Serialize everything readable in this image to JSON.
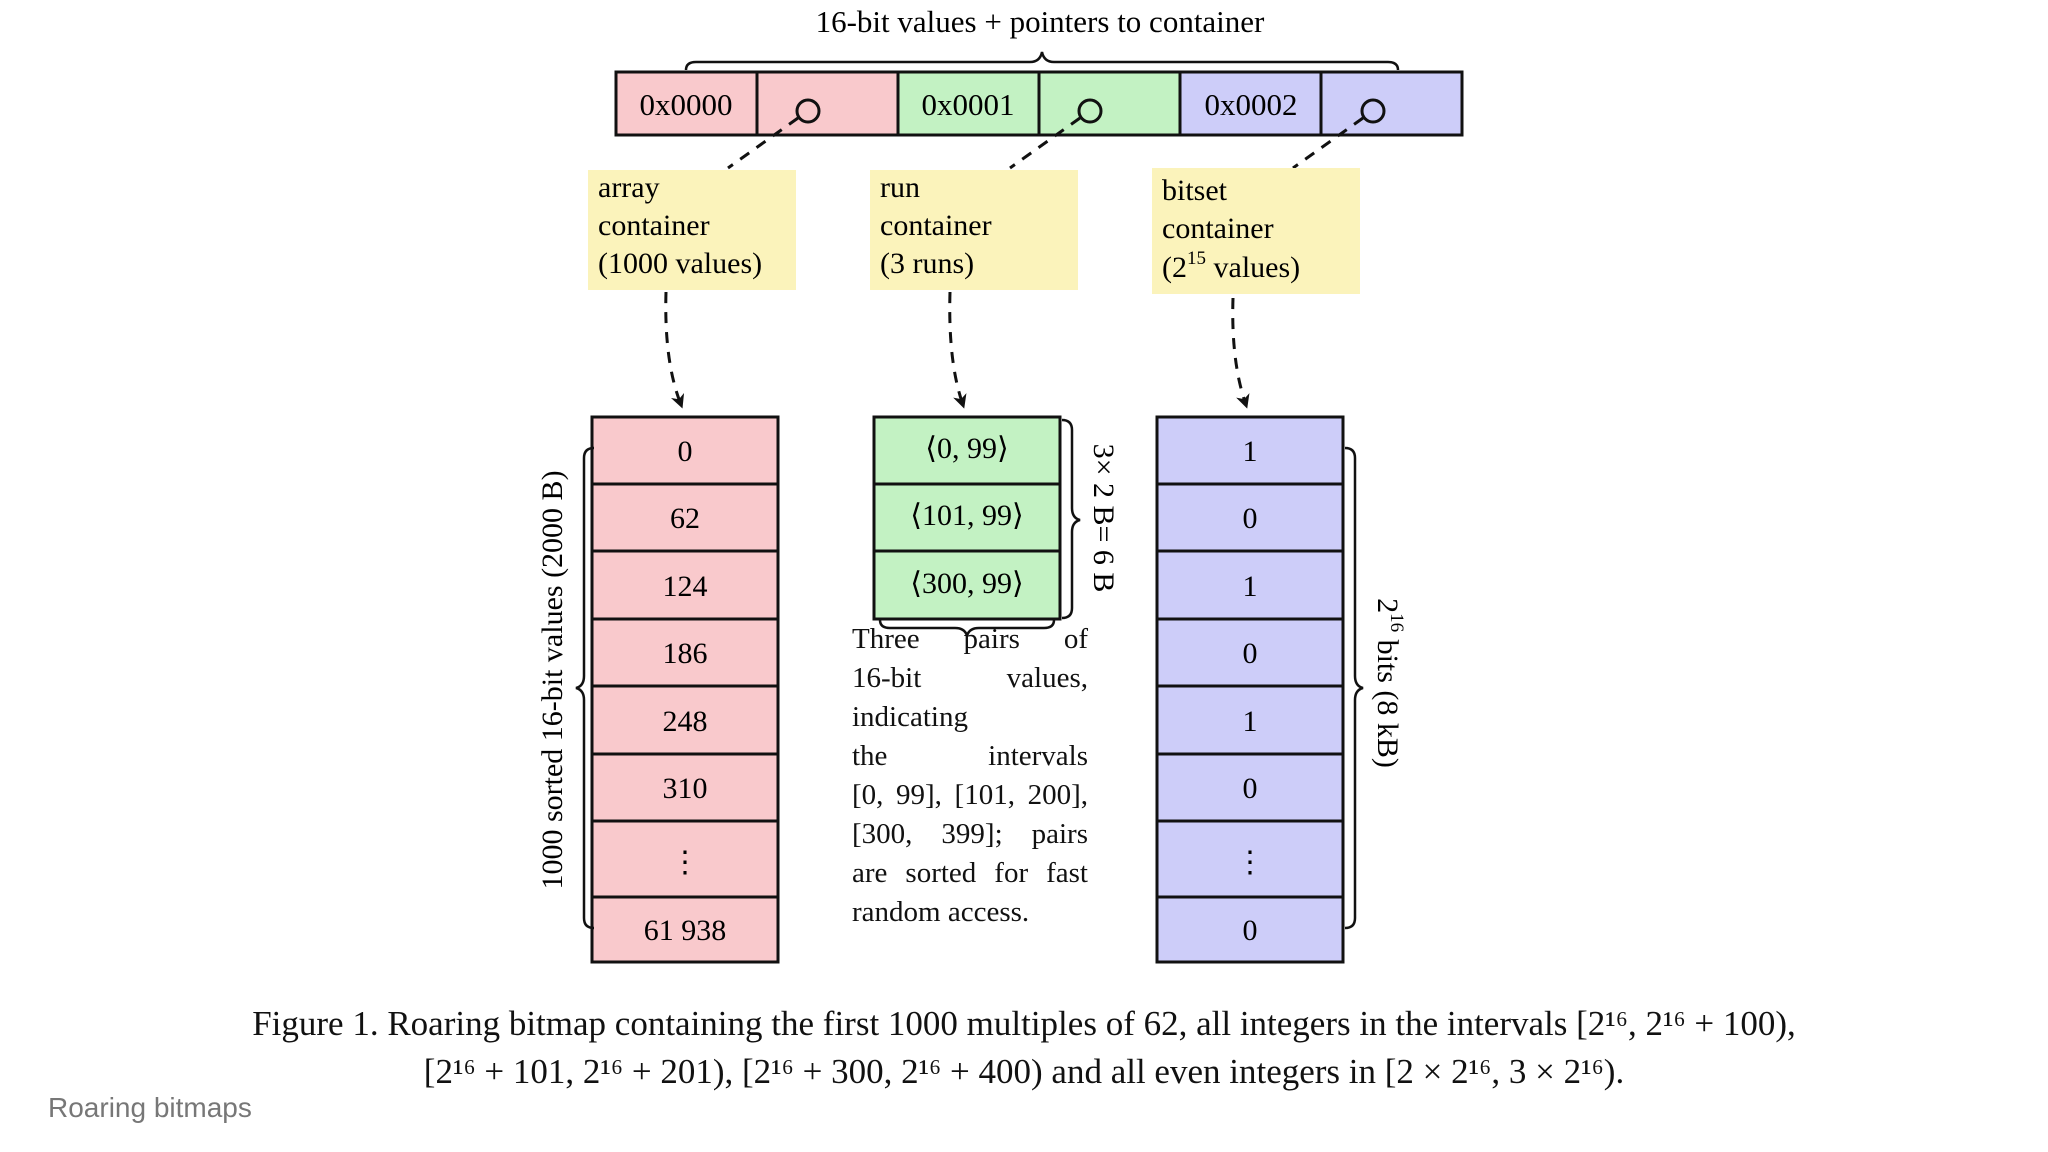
{
  "header_label": "16-bit values + pointers to container",
  "keys": [
    "0x0000",
    "0x0001",
    "0x0002"
  ],
  "colors": {
    "array": "#f9c9cc",
    "run": "#c3f2c3",
    "bitset": "#cdcdf9",
    "label_box": "#fbf3bb"
  },
  "labels": {
    "array": [
      "array",
      "container",
      "(1000 values)"
    ],
    "run": [
      "run",
      "container",
      "(3 runs)"
    ],
    "bitset_line1": "bitset",
    "bitset_line2": "container",
    "bitset_line3_pre": "(2",
    "bitset_line3_sup": "15",
    "bitset_line3_post": " values)"
  },
  "array_cells": [
    "0",
    "62",
    "124",
    "186",
    "248",
    "310",
    "⋮",
    "61 938"
  ],
  "run_cells": [
    "⟨0, 99⟩",
    "⟨101, 99⟩",
    "⟨300, 99⟩"
  ],
  "bitset_cells": [
    "1",
    "0",
    "1",
    "0",
    "1",
    "0",
    "⋮",
    "0"
  ],
  "array_side_label": "1000 sorted 16-bit values (2000 B)",
  "run_side_label": "3× 2 B= 6 B",
  "bitset_side_label_base": "2",
  "bitset_side_label_sup": "16",
  "bitset_side_label_rest": " bits (8 kB)",
  "run_description": [
    "Three pairs of",
    "16-bit values,",
    "indicating",
    "the intervals",
    "[0, 99], [101, 200],",
    "[300, 399]; pairs",
    "are sorted for fast",
    "random access."
  ],
  "caption_line1": "Figure 1.  Roaring bitmap containing the first 1000 multiples of 62, all integers in the intervals [2¹⁶, 2¹⁶ + 100),",
  "caption_line2": "[2¹⁶ + 101, 2¹⁶ + 201), [2¹⁶ + 300, 2¹⁶ + 400) and all even integers in [2 × 2¹⁶, 3 × 2¹⁶).",
  "footer": "Roaring bitmaps"
}
